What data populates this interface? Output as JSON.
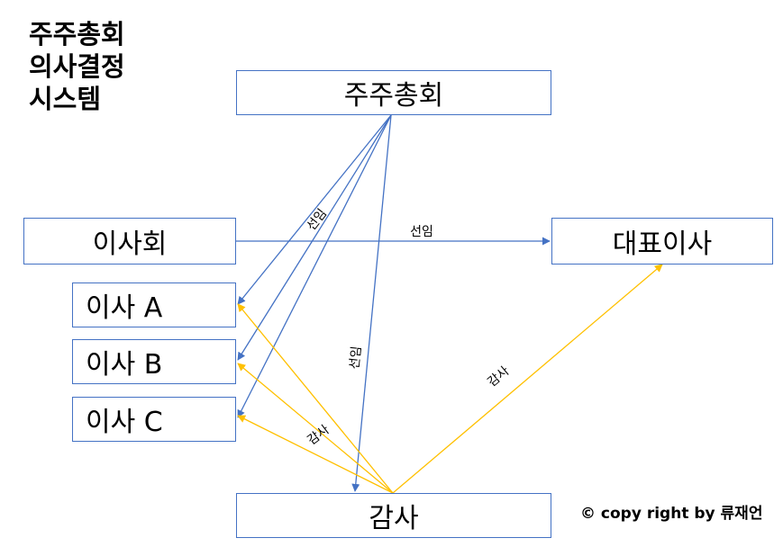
{
  "title_lines": [
    "주주총회",
    "의사결정",
    "시스템"
  ],
  "boxes": {
    "general_meeting": "주주총회",
    "board": "이사회",
    "ceo": "대표이사",
    "director_a": "이사 A",
    "director_b": "이사 B",
    "director_c": "이사 C",
    "auditor": "감사"
  },
  "edge_labels": {
    "appoint_directors": "선임",
    "appoint_ceo": "선임",
    "appoint_auditor": "선임",
    "audit_directors": "감사",
    "audit_ceo": "감사"
  },
  "copyright": "© copy right by 류재언",
  "colors": {
    "box_border": "#4472C4",
    "appoint_arrow": "#4472C4",
    "audit_arrow": "#FFC000"
  }
}
